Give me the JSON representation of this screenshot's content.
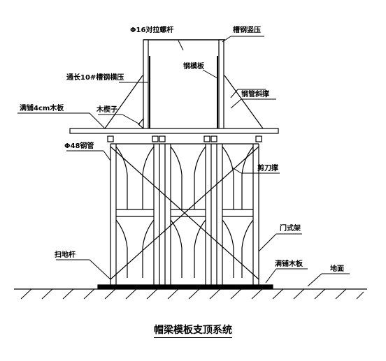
{
  "title": "帽梁模板支顶系统",
  "labels": {
    "tie_rod": "Φ16对拉螺杆",
    "channel_vertical": "槽钢竖压",
    "channel_horizontal": "通长10#槽钢横压",
    "steel_formwork": "钢模板",
    "steel_pipe_brace": "钢管斜撑",
    "plank": "满铺4cm木板",
    "wood_wedge": "木楔子",
    "steel_pipe": "Φ48钢管",
    "scissor_brace": "剪刀撑",
    "door_frame": "门式架",
    "sweep_rod": "扫地杆",
    "base_plank": "满铺木板",
    "ground": "地面"
  }
}
